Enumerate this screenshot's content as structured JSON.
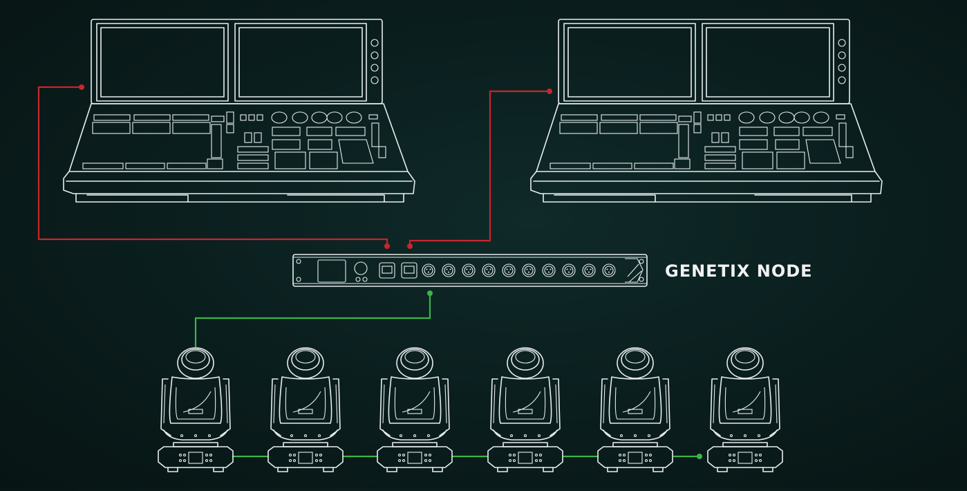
{
  "node_label": "GENETIX NODE",
  "colors": {
    "background": "#0b1f1f",
    "outline": "#e9eef0",
    "console_cable": "#c8262c",
    "dmx_cable": "#3bb54a"
  },
  "devices": {
    "consoles": [
      "lighting-console",
      "lighting-console"
    ],
    "node": "genetix-node",
    "fixture_count": 6
  }
}
